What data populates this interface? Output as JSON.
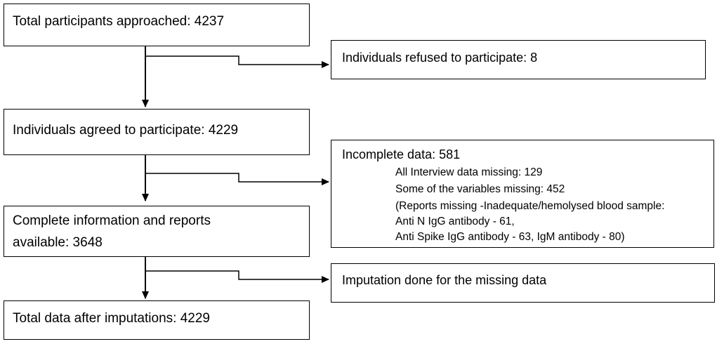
{
  "flowchart": {
    "approached": "Total participants approached:  4237",
    "refused": "Individuals refused to participate: 8",
    "agreed": "Individuals agreed to participate: 4229",
    "incomplete": {
      "title": "Incomplete data: 581",
      "details": [
        "All Interview data missing: 129",
        "Some of the variables missing: 452",
        "(Reports missing -Inadequate/hemolysed blood sample:",
        "Anti N IgG antibody - 61,",
        "Anti Spike IgG antibody - 63, IgM antibody - 80)"
      ]
    },
    "complete": [
      "Complete information and reports",
      "available: 3648"
    ],
    "imputation": "Imputation done for the missing data",
    "total_after": "Total data after imputations: 4229"
  }
}
